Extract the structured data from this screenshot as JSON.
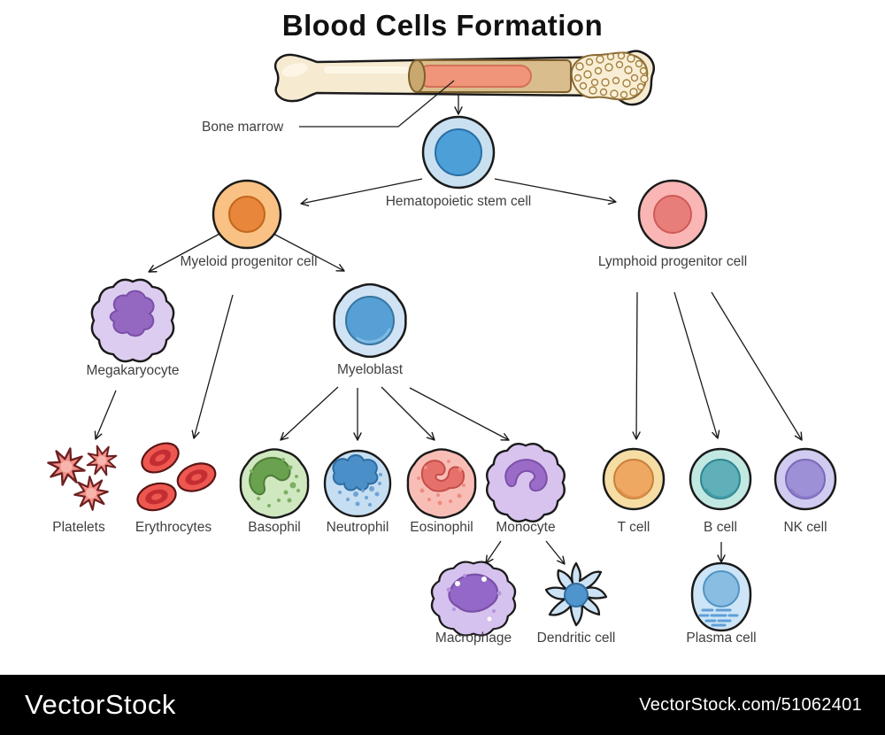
{
  "title": "Blood Cells Formation",
  "labels": {
    "bone_marrow": "Bone marrow",
    "hematopoietic_stem_cell": "Hematopoietic stem cell",
    "myeloid_progenitor": "Myeloid progenitor cell",
    "lymphoid_progenitor": "Lymphoid progenitor cell",
    "megakaryocyte": "Megakaryocyte",
    "myeloblast": "Myeloblast",
    "platelets": "Platelets",
    "erythrocytes": "Erythrocytes",
    "basophil": "Basophil",
    "neutrophil": "Neutrophil",
    "eosinophil": "Eosinophil",
    "monocyte": "Monocyte",
    "t_cell": "T cell",
    "b_cell": "B cell",
    "nk_cell": "NK cell",
    "macrophage": "Macrophage",
    "dendritic_cell": "Dendritic cell",
    "plasma_cell": "Plasma cell"
  },
  "lineage": [
    {
      "from": "bone_marrow",
      "to": "hematopoietic_stem_cell"
    },
    {
      "from": "hematopoietic_stem_cell",
      "to": "myeloid_progenitor"
    },
    {
      "from": "hematopoietic_stem_cell",
      "to": "lymphoid_progenitor"
    },
    {
      "from": "myeloid_progenitor",
      "to": "megakaryocyte"
    },
    {
      "from": "myeloid_progenitor",
      "to": "erythrocytes"
    },
    {
      "from": "myeloid_progenitor",
      "to": "myeloblast"
    },
    {
      "from": "megakaryocyte",
      "to": "platelets"
    },
    {
      "from": "myeloblast",
      "to": "basophil"
    },
    {
      "from": "myeloblast",
      "to": "neutrophil"
    },
    {
      "from": "myeloblast",
      "to": "eosinophil"
    },
    {
      "from": "myeloblast",
      "to": "monocyte"
    },
    {
      "from": "monocyte",
      "to": "macrophage"
    },
    {
      "from": "monocyte",
      "to": "dendritic_cell"
    },
    {
      "from": "lymphoid_progenitor",
      "to": "t_cell"
    },
    {
      "from": "lymphoid_progenitor",
      "to": "b_cell"
    },
    {
      "from": "lymphoid_progenitor",
      "to": "nk_cell"
    },
    {
      "from": "b_cell",
      "to": "plasma_cell"
    }
  ],
  "colors": {
    "outline": "#1a1a1a",
    "bone_fill": "#f6ebd1",
    "bone_cut": "#d9bd8c",
    "bone_marrow_fill": "#f0957a",
    "stem_outer": "#c8e0f0",
    "stem_inner": "#4d9fd8",
    "myeloid_outer": "#f9c183",
    "myeloid_inner": "#e8873b",
    "lymphoid_outer": "#f9b6b4",
    "lymphoid_inner": "#e87e7a",
    "megakaryocyte_body": "#dccdf0",
    "megakaryocyte_nucleus": "#9468c0",
    "myeloblast_body": "#cfe3f5",
    "myeloblast_nucleus": "#56a0d6",
    "platelet": "#f2918a",
    "erythrocyte": "#ee5750",
    "erythrocyte_ring": "#c42d32",
    "basophil_body": "#cfe8c0",
    "basophil_nucleus": "#69a14e",
    "basophil_dots": "#7fae63",
    "neutrophil_body": "#c6def2",
    "neutrophil_nucleus": "#4a8fc8",
    "neutrophil_dots": "#6fa3d4",
    "eosinophil_body": "#f8beb6",
    "eosinophil_nucleus": "#e5716a",
    "eosinophil_dots": "#ef8c82",
    "monocyte_body": "#d8c3ee",
    "monocyte_nucleus": "#9a6cc8",
    "t_outer": "#f6dda4",
    "t_inner": "#efa862",
    "b_outer": "#c2e8e2",
    "b_inner": "#5fb0b8",
    "nk_outer": "#d0cbf0",
    "nk_inner": "#9e90d6",
    "macrophage_body": "#d6c2ee",
    "macrophage_nucleus": "#9468c8",
    "dendritic_body": "#cce2f5",
    "dendritic_nucleus": "#4f94cc",
    "plasma_body": "#cde5f6",
    "plasma_nucleus": "#8abde2",
    "plasma_er": "#5f9fd6"
  },
  "watermark": {
    "brand": "VectorStock",
    "url_text": "VectorStock.com/51062401",
    "bar_color": "#000000",
    "text_color": "#ffffff"
  }
}
